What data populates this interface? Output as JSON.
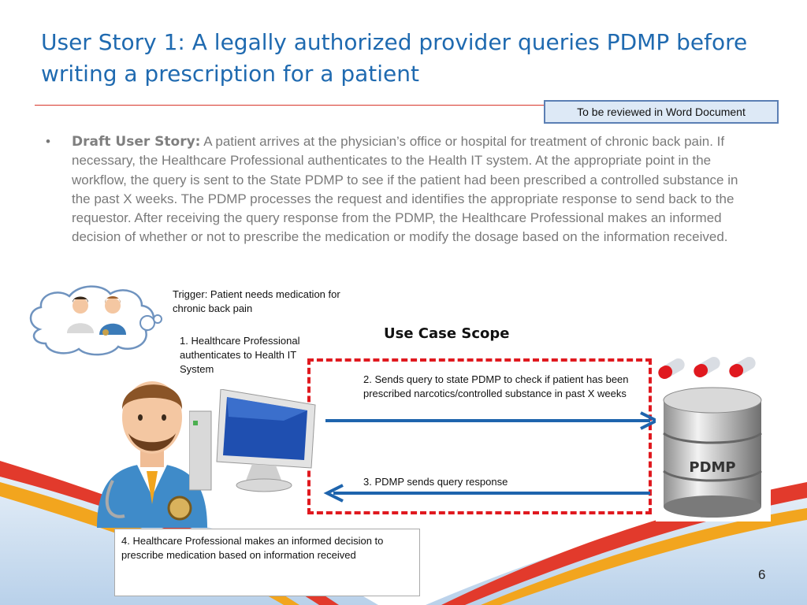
{
  "slide": {
    "title": "User Story 1: A legally authorized provider queries PDMP before writing a prescription for a patient",
    "review_note": "To be reviewed in Word Document",
    "bullet_symbol": "•",
    "story_label": "Draft User Story:",
    "story_text": " A patient arrives at the physician’s office or hospital for treatment of chronic back pain. If necessary, the Healthcare Professional authenticates to the Health IT system. At the appropriate point in the workflow, the query is sent to the State PDMP to see if the patient had been prescribed a controlled substance in the past X weeks. The PDMP processes the request and identifies the appropriate response to send back to the requestor. After receiving the query response from the PDMP, the Healthcare Professional makes an informed decision of whether or not to prescribe the medication or modify the dosage based on the information received.",
    "page_number": "6"
  },
  "diagram": {
    "trigger": "Trigger: Patient needs medication for chronic back pain",
    "scope_title": "Use Case  Scope",
    "step1": "1. Healthcare Professional authenticates to Health IT System",
    "step2": "2. Sends query to state PDMP to check if patient has been prescribed narcotics/controlled substance in past X weeks",
    "step3": "3. PDMP sends query response",
    "step4": "4. Healthcare Professional makes an informed decision to prescribe medication based on information received",
    "database_label": "PDMP"
  },
  "colors": {
    "title": "#1f6ab0",
    "rule": "#d8362a",
    "scope_border": "#e0191f",
    "arrow": "#1e64ad",
    "swoosh_red": "#e23a2c",
    "swoosh_yellow": "#f2a51e",
    "swoosh_blue": "#b9d1ea"
  }
}
